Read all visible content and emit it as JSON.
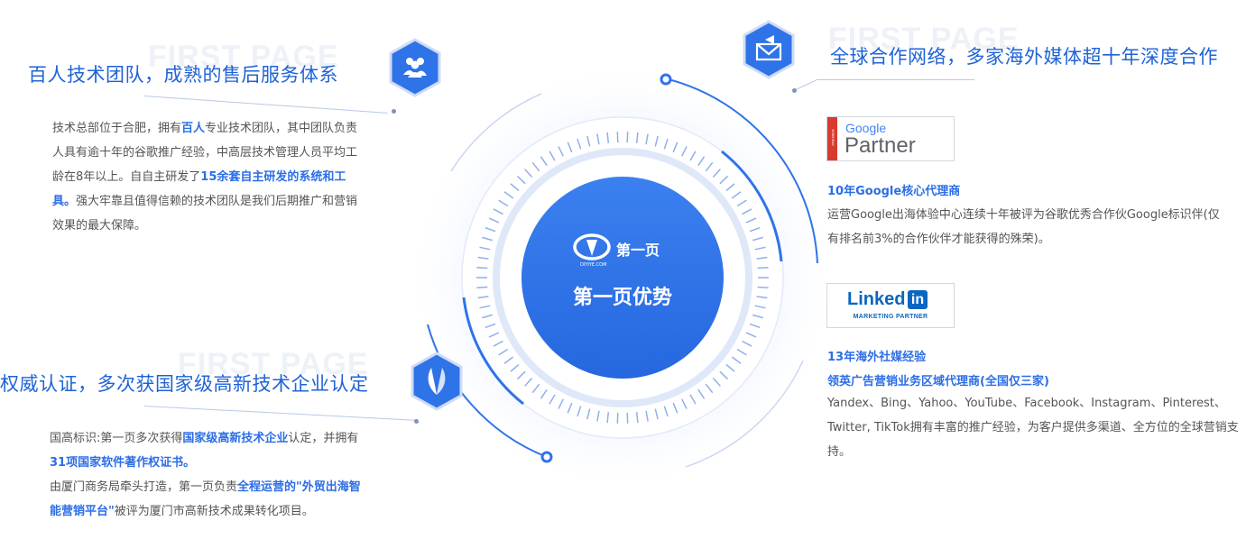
{
  "watermark": "FIRST PAGE",
  "center": {
    "logo_text": "第一页",
    "logo_small": "DIYIYE.COM",
    "title": "第一页优势"
  },
  "team": {
    "heading": "百人技术团队，成熟的售后服务体系",
    "icon": "team-icon",
    "p1": "技术总部位于合肥，拥有",
    "hl1": "百人",
    "p2": "专业技术团队，其中团队负责人具有逾十年的谷歌推广经验，中高层技术管理人员平均工龄在8年以上。自自主研发了",
    "hl2": "15余套自主研发的系统和工具。",
    "p3": "强大牢靠且值得信赖的技术团队是我们后期推广和营销效果的最大保障。"
  },
  "authority": {
    "heading": "权威认证，多次获国家级高新技术企业认定",
    "icon": "laurel-icon",
    "p1": "国高标识:第一页多次获得",
    "hl1": "国家级高新技术企业",
    "p2": "认定，并拥有",
    "hl2": "31项国家软件著作权证书。",
    "p3": "由厦门商务局牵头打造，第一页负责",
    "hl3": "全程运营的\"外贸出海智能营销平台\"",
    "p4": "被评为厦门市高新技术成果转化项目。"
  },
  "network": {
    "heading": "全球合作网络，多家海外媒体超十年深度合作",
    "icon": "mail-megaphone-icon",
    "google_badge": {
      "ribbon": "PREMIER",
      "brand": "Google",
      "word": "Partner"
    },
    "google_sub": "10年Google核心代理商",
    "google_text": "运营Google出海体验中心连续十年被评为谷歌优秀合作伙Google标识伴(仅有排名前3%的合作伙伴才能获得的殊荣)。",
    "linkedin_badge": {
      "brand": "Linked",
      "in": "in",
      "caption": "MARKETING PARTNER"
    },
    "linkedin_sub1": "13年海外社媒经验",
    "linkedin_sub2": "领英广告营销业务区域代理商(全国仅三家)",
    "linkedin_text": "Yandex、Bing、Yahoo、YouTube、Facebook、Instagram、Pinterest、Twitter, TikTok拥有丰富的推广经验，为客户提供多渠道、全方位的全球营销支持。"
  },
  "colors": {
    "primary": "#1f63d6",
    "highlight": "#2c6ee6",
    "circle": "#2f73e8"
  }
}
